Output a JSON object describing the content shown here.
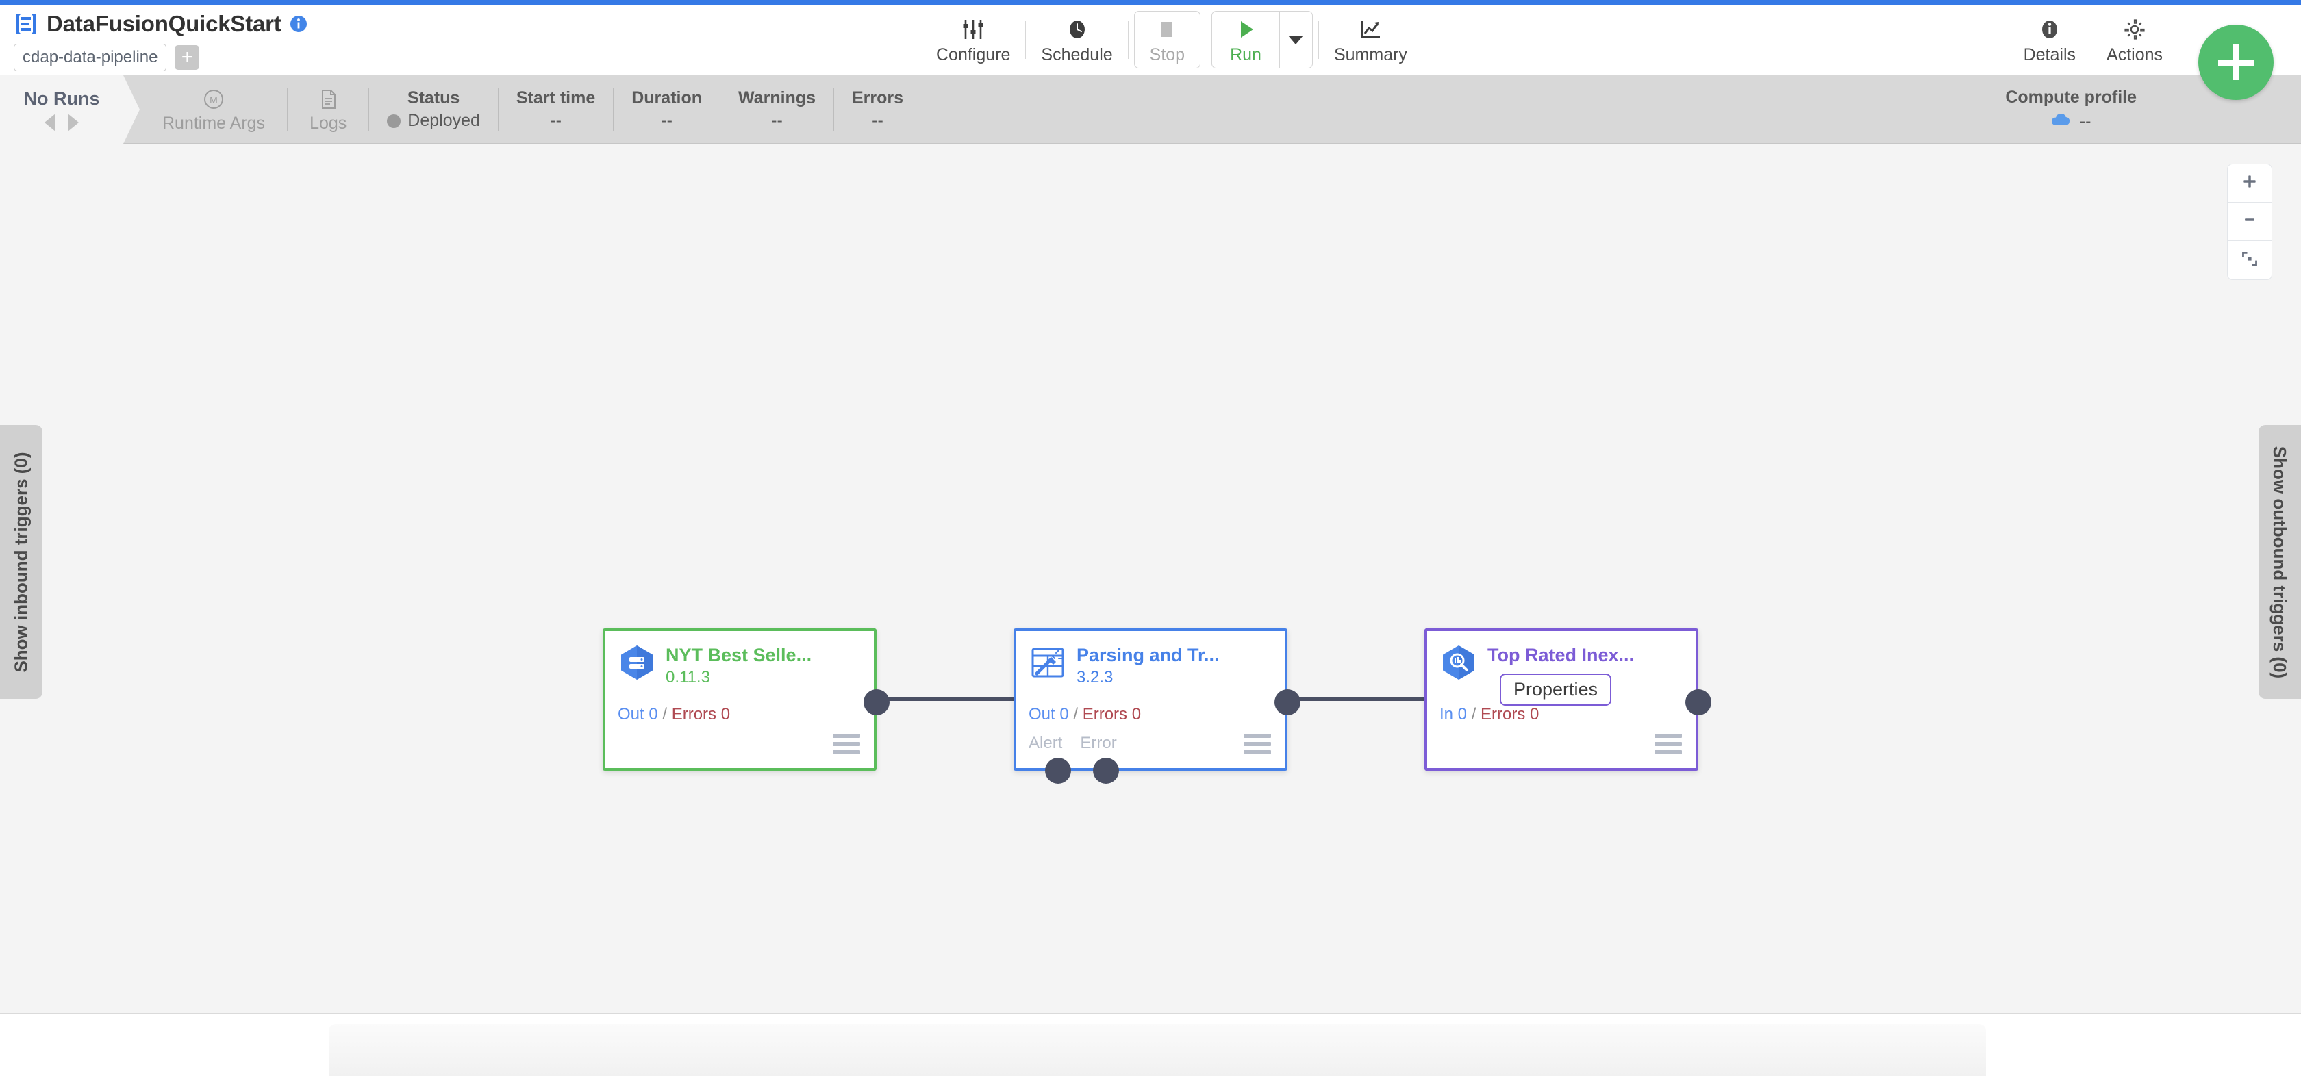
{
  "header": {
    "logo_icon": "cdap-logo-icon",
    "pipeline_title": "DataFusionQuickStart",
    "info_icon": "info-icon",
    "artifact_type": "cdap-data-pipeline",
    "add_tag_label": "+",
    "actions": [
      {
        "icon": "configure-sliders-icon",
        "label": "Configure"
      },
      {
        "icon": "schedule-clock-icon",
        "label": "Schedule"
      },
      {
        "icon": "stop-square-icon",
        "label": "Stop"
      },
      {
        "icon": "run-play-icon",
        "label": "Run"
      },
      {
        "icon": "summary-chart-icon",
        "label": "Summary"
      }
    ],
    "run_dropdown_icon": "chevron-down-icon",
    "right_actions": [
      {
        "icon": "details-info-icon",
        "label": "Details"
      },
      {
        "icon": "actions-gear-icon",
        "label": "Actions"
      }
    ],
    "fab": {
      "icon": "plus-icon",
      "label": "+"
    }
  },
  "runbar": {
    "no_runs_label": "No Runs",
    "prev_icon": "arrow-left-icon",
    "next_icon": "arrow-right-icon",
    "tools": [
      {
        "icon": "runtime-args-icon",
        "label": "Runtime Args"
      },
      {
        "icon": "logs-document-icon",
        "label": "Logs"
      }
    ],
    "stats": [
      {
        "key": "Status",
        "value": "Deployed",
        "has_dot": true,
        "dot_color": "#9a9a9a"
      },
      {
        "key": "Start time",
        "value": "--",
        "has_dot": false
      },
      {
        "key": "Duration",
        "value": "--",
        "has_dot": false
      },
      {
        "key": "Warnings",
        "value": "--",
        "has_dot": false
      },
      {
        "key": "Errors",
        "value": "--",
        "has_dot": false
      }
    ],
    "compute": {
      "key": "Compute profile",
      "value": "--",
      "icon": "cloud-icon",
      "icon_color": "#5a9bea"
    }
  },
  "canvas": {
    "inbound_triggers_label": "Show inbound triggers (0)",
    "outbound_triggers_label": "Show outbound triggers (0)",
    "zoom_controls": [
      {
        "icon": "zoom-in-icon",
        "label": "+"
      },
      {
        "icon": "zoom-out-icon",
        "label": "-"
      },
      {
        "icon": "fit-to-screen-icon",
        "label": ""
      }
    ],
    "nodes": [
      {
        "id": "source",
        "name": "NYT Best Selle...",
        "version": "0.11.3",
        "icon": "bigquery-source-icon",
        "accent": "#5bbd5b",
        "metrics": {
          "in_label": "Out 0",
          "separator": " / ",
          "error_label": "Errors 0"
        },
        "ports": []
      },
      {
        "id": "transform",
        "name": "Parsing and Tr...",
        "version": "3.2.3",
        "icon": "wrangler-transform-icon",
        "accent": "#4681e8",
        "metrics": {
          "in_label": "Out 0",
          "separator": " / ",
          "error_label": "Errors 0"
        },
        "ports": [
          "Alert",
          "Error"
        ]
      },
      {
        "id": "sink",
        "name": "Top Rated Inex...",
        "version": "",
        "icon": "bigquery-sink-icon",
        "accent": "#7c5cd6",
        "tooltip": "Properties",
        "metrics": {
          "in_label": "In 0",
          "separator": " / ",
          "error_label": "Errors 0"
        },
        "ports": []
      }
    ]
  }
}
